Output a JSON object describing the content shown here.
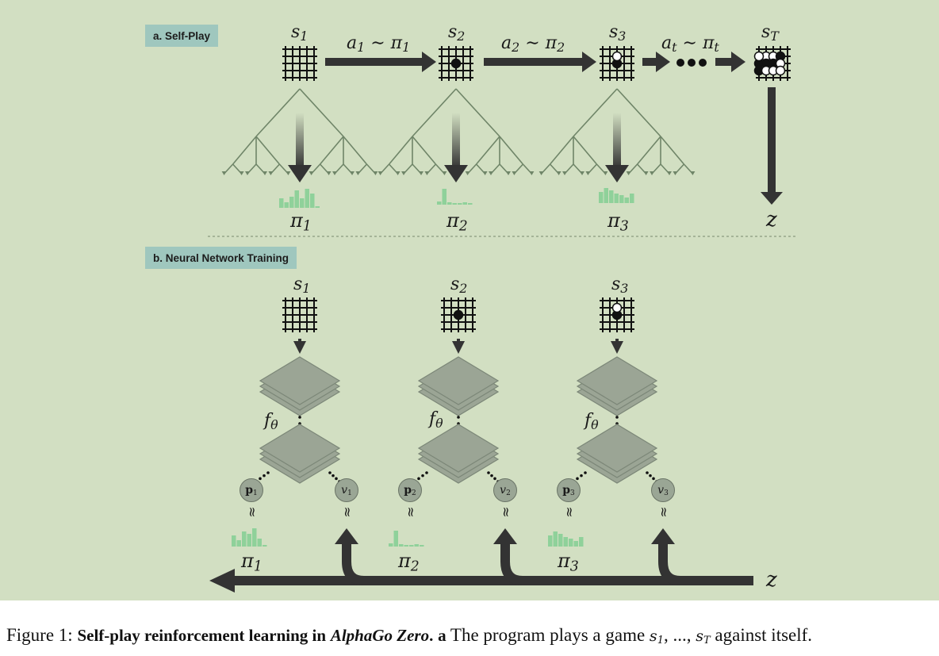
{
  "figure": {
    "self_play": {
      "label": "a. Self-Play",
      "states": [
        "s",
        "s",
        "s",
        "s"
      ],
      "state_subs": [
        "1",
        "2",
        "3",
        "T"
      ],
      "action_pairs": [
        {
          "a": "a",
          "a_sub": "1",
          "pi": "π",
          "pi_sub": "1"
        },
        {
          "a": "a",
          "a_sub": "2",
          "pi": "π",
          "pi_sub": "2"
        },
        {
          "a": "a",
          "a_sub": "t",
          "pi": "π",
          "pi_sub": "t"
        }
      ],
      "tilde": "∼",
      "policies": [
        "π",
        "π",
        "π"
      ],
      "policy_subs": [
        "1",
        "2",
        "3"
      ],
      "outcome": "z"
    },
    "training": {
      "label": "b. Neural Network Training",
      "states": [
        "s",
        "s",
        "s"
      ],
      "state_subs": [
        "1",
        "2",
        "3"
      ],
      "network": [
        "f",
        "f",
        "f"
      ],
      "network_sub": "θ",
      "p_heads": [
        "p",
        "p",
        "p"
      ],
      "v_heads": [
        "v",
        "v",
        "v"
      ],
      "head_subs": [
        "1",
        "2",
        "3"
      ],
      "approx": "≈",
      "policies": [
        "π",
        "π",
        "π"
      ],
      "policy_subs": [
        "1",
        "2",
        "3"
      ],
      "outcome": "z"
    },
    "colors": {
      "background": "#d2dfc2",
      "label_bg": "#9fc7be",
      "arrow": "#333333",
      "bars": "#8fd19a",
      "tree": "#6f8568",
      "layer": "#9ba595"
    }
  },
  "caption": {
    "prefix": "Figure 1:",
    "title_bold": "Self-play reinforcement learning in",
    "title_italic": "AlphaGo Zero",
    "dot": ".",
    "panel": "a",
    "text1": "The program plays a game",
    "s": "s",
    "s_sub1": "1",
    "ellipsis": ", ..., ",
    "s_subT": "T",
    "text2": "against itself."
  }
}
